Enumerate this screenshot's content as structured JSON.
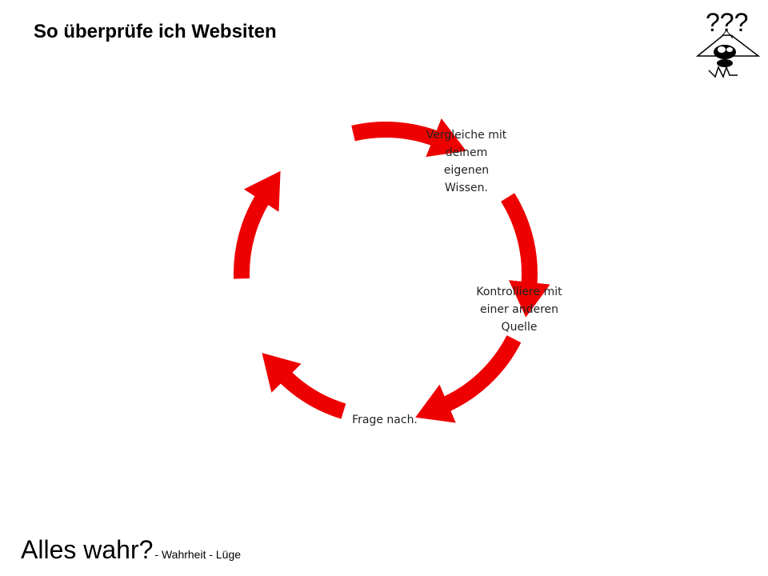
{
  "slide": {
    "title": "So überprüfe ich Websiten"
  },
  "mascot": {
    "text": "???",
    "icon": "question-mascot-icon"
  },
  "cycle": {
    "arrow_color": "#EE0000",
    "nodes": [
      {
        "label": "Vergleiche mit deinem eigenen Wissen."
      },
      {
        "label": "Kontrolliere mit einer anderen Quelle"
      },
      {
        "label": "Frage nach."
      }
    ]
  },
  "footer": {
    "main": "Alles wahr?",
    "sub": "- Wahrheit - Lüge"
  }
}
